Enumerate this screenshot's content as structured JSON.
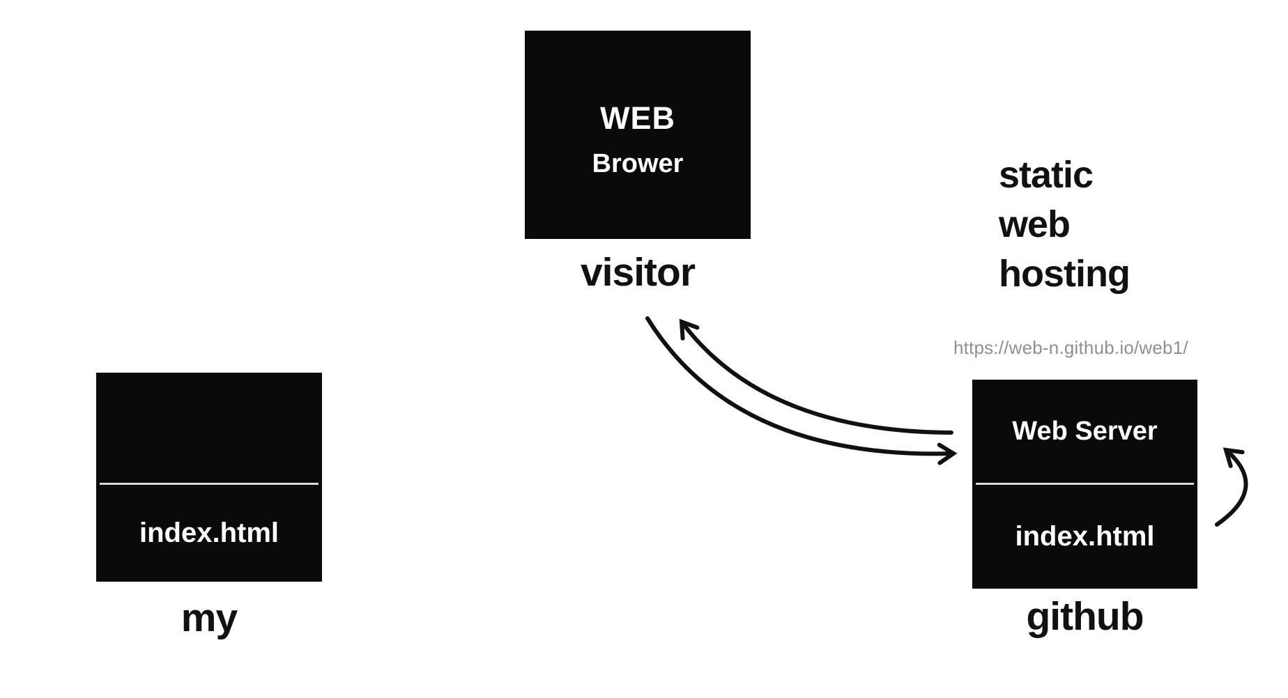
{
  "colors": {
    "background": "#ffffff",
    "box_background": "#0a0a0a",
    "box_text": "#ffffff",
    "label_text": "#111111",
    "divider": "#d9d9d9",
    "arrow": "#111111",
    "url_text": "#8f8f8f"
  },
  "nodes": {
    "browser": {
      "title": "WEB",
      "subtitle": "Brower",
      "caption": "visitor"
    },
    "my": {
      "filename": "index.html",
      "caption": "my"
    },
    "server": {
      "title": "Web Server",
      "filename": "index.html",
      "caption": "github"
    }
  },
  "annotations": {
    "hosting_lines": [
      "static",
      "web",
      "hosting"
    ],
    "url": "https://web-n.github.io/web1/"
  },
  "edges": [
    {
      "from": "visitor",
      "to": "github",
      "kind": "request-arrow"
    },
    {
      "from": "github",
      "to": "visitor",
      "kind": "response-arrow"
    },
    {
      "from": "github",
      "to": "github",
      "kind": "self-loop-arrow"
    }
  ]
}
